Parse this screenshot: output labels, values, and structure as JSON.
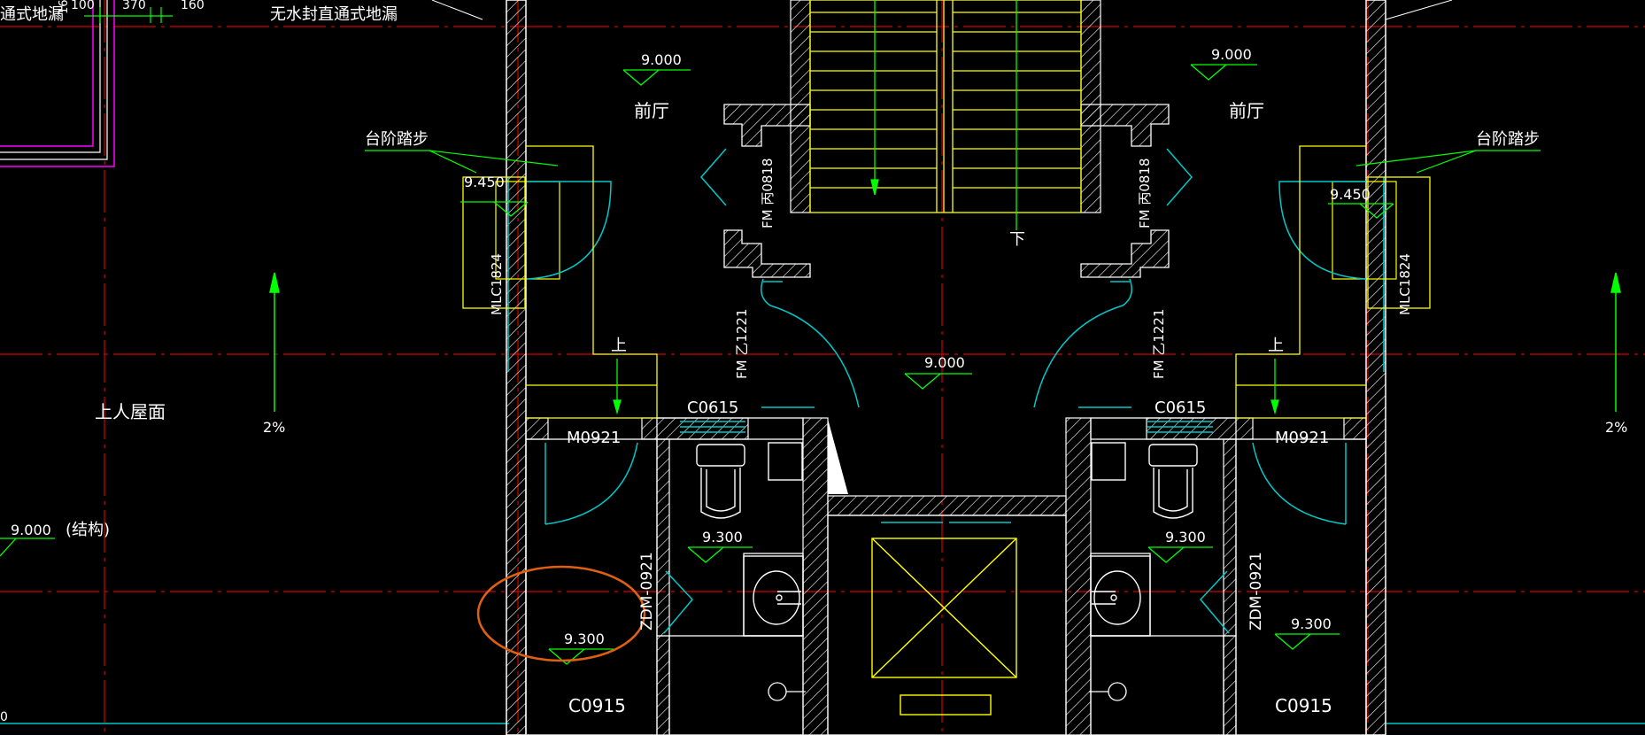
{
  "drawing": {
    "background": "#000000",
    "colors": {
      "axis": "#d40000",
      "wall": "#ffffff",
      "fixture": "#ffff00",
      "door": "#00c8c8",
      "dim": "#00ff00",
      "text": "#ffffff",
      "annot_circle": "#e06010",
      "magenta": "#ff00ff"
    },
    "labels": {
      "floor_drain_left": "通式地漏",
      "floor_drain_mid": "无水封直通式地漏",
      "dim_100": "100",
      "dim_370": "370",
      "dim_160": "160",
      "dim_160v": "160",
      "foyer_left": "前厅",
      "foyer_right": "前厅",
      "step_left": "台阶踏步",
      "step_right": "台阶踏步",
      "elev_900_left": "9.000",
      "elev_900_right": "9.000",
      "elev_900_center": "9.000",
      "elev_945_left": "9.450",
      "elev_945_right": "9.450",
      "elev_930_a": "9.300",
      "elev_930_b": "9.300",
      "elev_930_c": "9.300",
      "elev_930_d": "9.300",
      "elev_900_roof": "9.000",
      "struct_note": "(结构)",
      "roof_label": "上人屋面",
      "slope_left": "2%",
      "slope_right": "2%",
      "door_mlc_left": "MLC1824",
      "door_mlc_right": "MLC1824",
      "door_fm_bing_left": "FM 丙0818",
      "door_fm_bing_right": "FM 丙0818",
      "door_fm_yi_left": "FM 乙1221",
      "door_fm_yi_right": "FM 乙1221",
      "win_c0615_left": "C0615",
      "win_c0615_right": "C0615",
      "door_m0921_left": "M0921",
      "door_m0921_right": "M0921",
      "door_zdm_left": "ZDM-0921",
      "door_zdm_right": "ZDM-0921",
      "win_c0915_left": "C0915",
      "win_c0915_right": "C0915",
      "up_left": "上",
      "up_right": "上",
      "down_stair": "下",
      "edge_zero": "0"
    }
  }
}
